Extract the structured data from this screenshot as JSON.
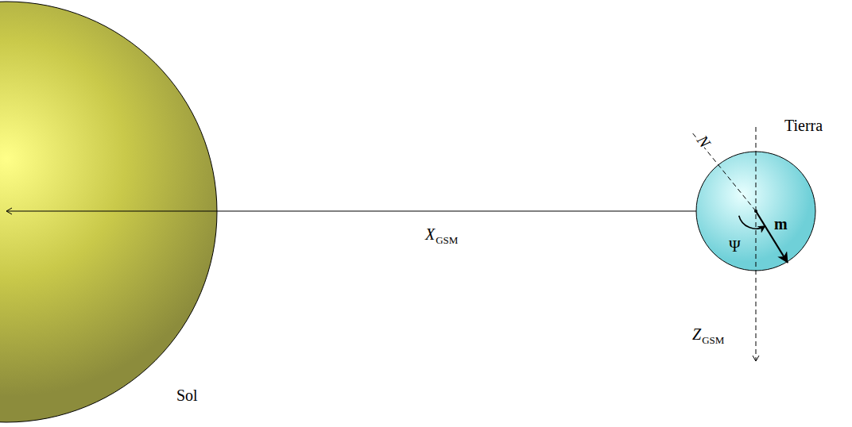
{
  "diagram": {
    "labels": [
      "X",
      "GSM",
      "Tierra",
      "Sol",
      "N",
      "m",
      "Ψ",
      "Z",
      "GSM"
    ]
  }
}
